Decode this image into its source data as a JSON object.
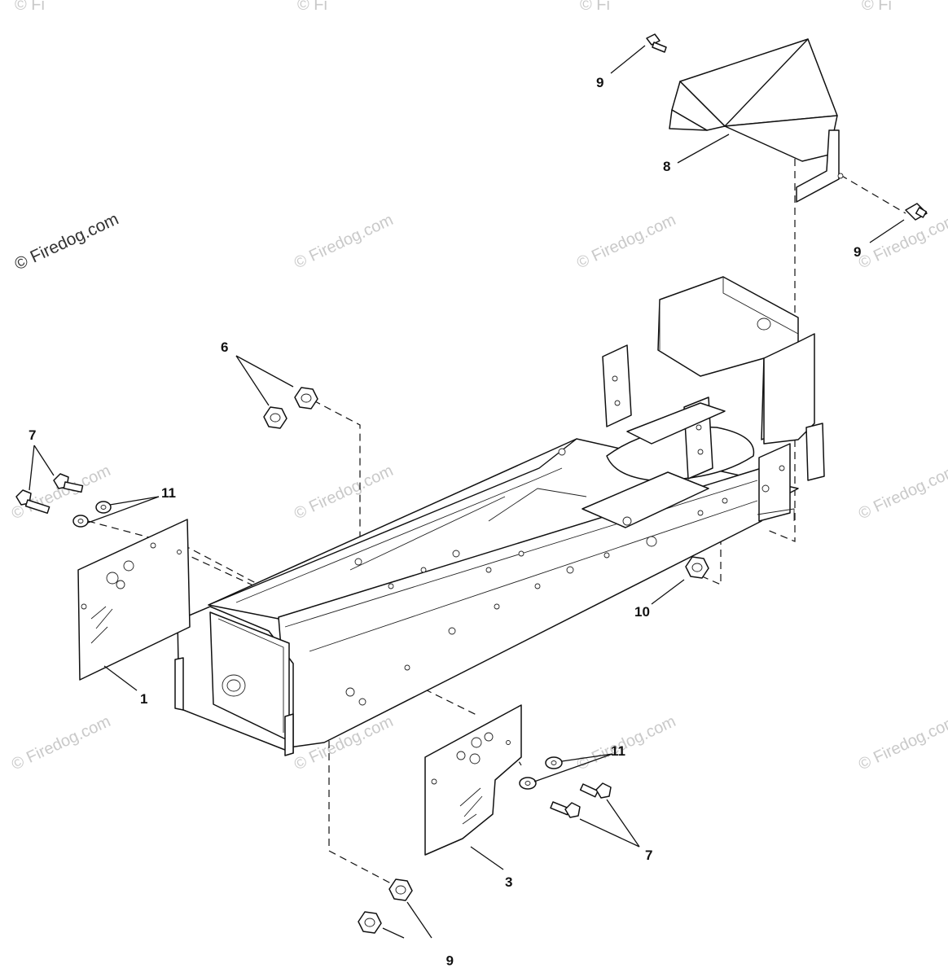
{
  "watermark": {
    "main": "© Firedog.com",
    "tile": "© Firedog.com",
    "top_edge": "© Fi"
  },
  "callouts": {
    "part_1": "1",
    "part_3": "3",
    "part_6_top": "6",
    "part_6_bottom": "6",
    "part_7_left": "7",
    "part_7_right": "7",
    "part_8": "8",
    "part_9_top": "9",
    "part_9_right": "9",
    "part_10": "10",
    "part_11_left": "11",
    "part_11_right": "11"
  },
  "colors": {
    "line": "#111111",
    "watermark": "#c9c9c9",
    "background": "#ffffff"
  }
}
